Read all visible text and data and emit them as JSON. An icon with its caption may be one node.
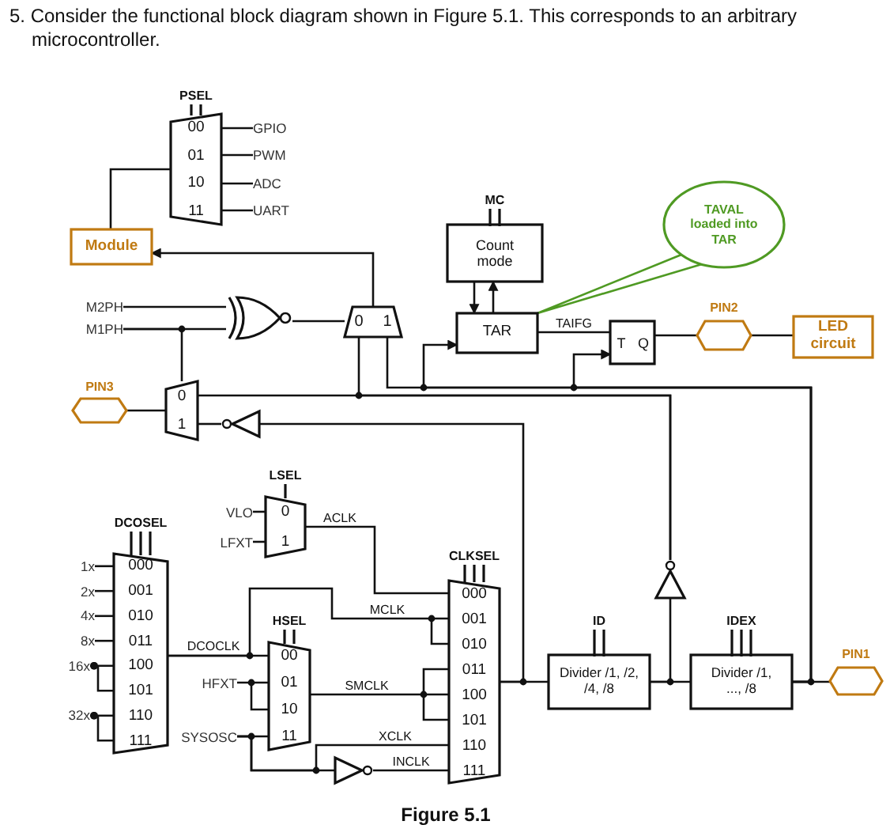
{
  "diagram": {
    "title": "5. Consider the functional block diagram shown in Figure 5.1. This corresponds to an arbitrary microcontroller.",
    "caption": "Figure 5.1",
    "nodes": [
      {
        "text": [
          "PSEL",
          "00",
          "01",
          "10",
          "11"
        ]
      },
      {
        "text": [
          "Module"
        ]
      },
      {
        "text": [],
        "shape": "gate"
      },
      {
        "text": [
          "0",
          "1"
        ]
      },
      {
        "text": [
          "MC",
          "Count mode"
        ]
      },
      {
        "text": [
          "TAR"
        ]
      },
      {
        "text": [
          "T",
          "Q"
        ]
      },
      {
        "text": [
          "PIN2"
        ]
      },
      {
        "text": [
          "LED circuit"
        ]
      },
      {
        "text": [
          "TAVAL loaded into TAR"
        ]
      },
      {
        "text": [
          "PIN3"
        ]
      },
      {
        "text": [
          "0",
          "1"
        ]
      },
      {
        "text": [],
        "shape": "triangle"
      },
      {
        "text": [
          "LSEL",
          "0",
          "1"
        ]
      },
      {
        "text": [
          "DCOSEL",
          "000",
          "001",
          "010",
          "011",
          "100",
          "101",
          "110",
          "111"
        ]
      },
      {
        "text": [
          "HSEL",
          "00",
          "01",
          "10",
          "11"
        ]
      },
      {
        "text": [],
        "shape": "triangle"
      },
      {
        "text": [
          "CLKSEL",
          "000",
          "001",
          "010",
          "011",
          "100",
          "101",
          "110",
          "111"
        ]
      },
      {
        "text": [
          "ID",
          "Divider /1, /2, /4, /8"
        ]
      },
      {
        "text": [],
        "shape": "triangle"
      },
      {
        "text": [
          "IDEX",
          "Divider /1, ..., /8"
        ]
      },
      {
        "text": [
          "PIN1"
        ]
      },
      {
        "text": [
          "GPIO"
        ]
      },
      {
        "text": [
          "PWM"
        ]
      },
      {
        "text": [
          "ADC"
        ]
      },
      {
        "text": [
          "UART"
        ]
      },
      {
        "text": [
          "M2PH"
        ]
      },
      {
        "text": [
          "M1PH"
        ]
      },
      {
        "text": [
          "VLO"
        ]
      },
      {
        "text": [
          "LFXT"
        ]
      },
      {
        "text": [
          "1x"
        ]
      },
      {
        "text": [
          "2x"
        ]
      },
      {
        "text": [
          "4x"
        ]
      },
      {
        "text": [
          "8x"
        ]
      },
      {
        "text": [
          "16x"
        ]
      },
      {
        "text": [
          "32x"
        ]
      },
      {
        "text": [
          "HFXT"
        ]
      },
      {
        "text": [
          "SYSOSC"
        ]
      }
    ],
    "edges": [
      {
        "from": 1,
        "to": 0,
        "arrow": "none"
      },
      {
        "from": 0,
        "to": 22,
        "arrow": "none"
      },
      {
        "from": 0,
        "to": 23,
        "arrow": "none"
      },
      {
        "from": 0,
        "to": 24,
        "arrow": "none"
      },
      {
        "from": 0,
        "to": 25,
        "arrow": "none"
      },
      {
        "from": 26,
        "to": 2,
        "arrow": "none"
      },
      {
        "from": 27,
        "to": 2,
        "arrow": "none"
      },
      {
        "from": 27,
        "to": 11,
        "arrow": "none"
      },
      {
        "from": 2,
        "to": 3,
        "arrow": "none"
      },
      {
        "from": 3,
        "to": 1,
        "arrow": "to"
      },
      {
        "from": 20,
        "to": 21,
        "arrow": "none"
      },
      {
        "from": 20,
        "to": 3,
        "arrow": "none"
      },
      {
        "from": 20,
        "to": 5,
        "arrow": "to"
      },
      {
        "from": 20,
        "to": 6,
        "arrow": "to"
      },
      {
        "from": 18,
        "to": 20,
        "arrow": "none"
      },
      {
        "from": 18,
        "to": 19,
        "arrow": "none"
      },
      {
        "from": 19,
        "to": 11,
        "arrow": "none"
      },
      {
        "from": 19,
        "to": 3,
        "arrow": "none"
      },
      {
        "from": 17,
        "to": 18,
        "arrow": "none"
      },
      {
        "from": 17,
        "to": 12,
        "arrow": "none"
      },
      {
        "from": 12,
        "to": 11,
        "arrow": "none"
      },
      {
        "from": 11,
        "to": 10,
        "arrow": "none"
      },
      {
        "from": 4,
        "to": 5,
        "arrow": "to"
      },
      {
        "from": 5,
        "to": 4,
        "arrow": "to"
      },
      {
        "from": 9,
        "to": 5,
        "arrow": "none",
        "color": "#4f9a23"
      },
      {
        "from": 5,
        "to": 6,
        "arrow": "none",
        "label": "TAIFG"
      },
      {
        "from": 6,
        "to": 7,
        "arrow": "none"
      },
      {
        "from": 7,
        "to": 8,
        "arrow": "none"
      },
      {
        "from": 28,
        "to": 13,
        "arrow": "none"
      },
      {
        "from": 29,
        "to": 13,
        "arrow": "none"
      },
      {
        "from": 13,
        "to": 17,
        "arrow": "none",
        "label": "ACLK"
      },
      {
        "from": 30,
        "to": 14,
        "arrow": "none"
      },
      {
        "from": 31,
        "to": 14,
        "arrow": "none"
      },
      {
        "from": 32,
        "to": 14,
        "arrow": "none"
      },
      {
        "from": 33,
        "to": 14,
        "arrow": "none"
      },
      {
        "from": 34,
        "to": 14,
        "arrow": "other"
      },
      {
        "from": 35,
        "to": 14,
        "arrow": "other"
      },
      {
        "from": 14,
        "to": 15,
        "arrow": "none",
        "label": "DCOCLK"
      },
      {
        "from": 14,
        "to": 17,
        "arrow": "none",
        "label": "MCLK"
      },
      {
        "from": 15,
        "to": 17,
        "arrow": "none",
        "label": "SMCLK"
      },
      {
        "from": 36,
        "to": 15,
        "arrow": "none"
      },
      {
        "from": 37,
        "to": 15,
        "arrow": "none"
      },
      {
        "from": 37,
        "to": 16,
        "arrow": "none"
      },
      {
        "from": 37,
        "to": 17,
        "arrow": "none",
        "label": "XCLK"
      },
      {
        "from": 16,
        "to": 17,
        "arrow": "none",
        "label": "INCLK"
      }
    ]
  }
}
